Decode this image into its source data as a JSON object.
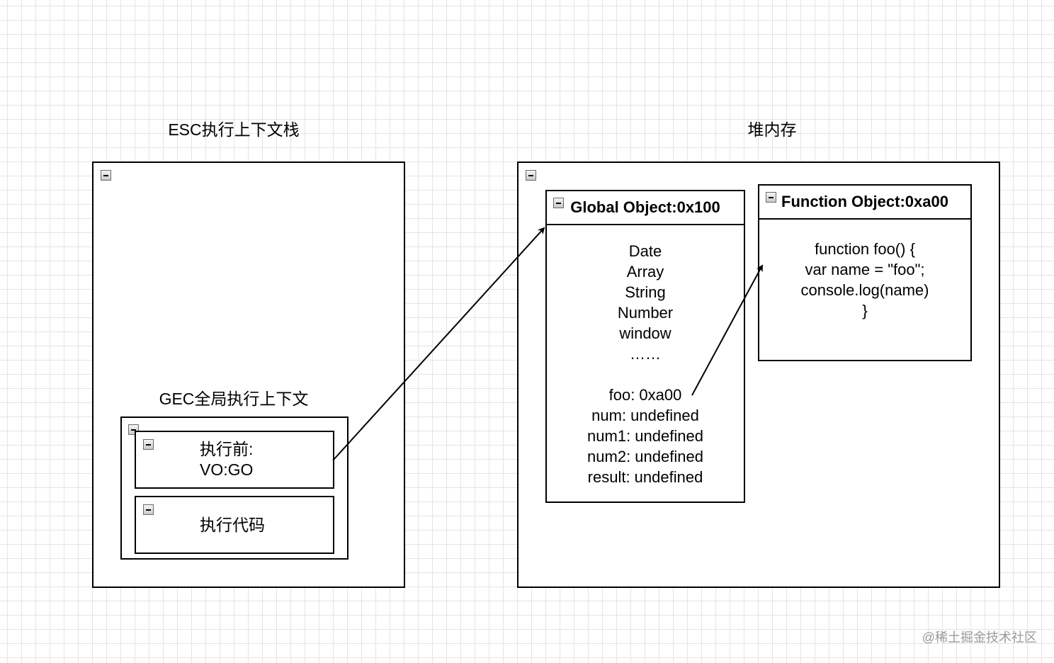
{
  "stack_title": "ESC执行上下文栈",
  "heap_title": "堆内存",
  "gec_title": "GEC全局执行上下文",
  "before_exec": {
    "line1": "执行前:",
    "line2": "VO:GO"
  },
  "exec_code": "执行代码",
  "global_object": {
    "title": "Global Object:0x100",
    "items": [
      "Date",
      "Array",
      "String",
      "Number",
      "window",
      "……"
    ],
    "props": [
      "foo: 0xa00",
      "num: undefined",
      "num1: undefined",
      "num2: undefined",
      "result: undefined"
    ]
  },
  "function_object": {
    "title": "Function Object:0xa00",
    "code": [
      "function foo() {",
      "var name = \"foo\";",
      "console.log(name)",
      "}"
    ]
  },
  "watermark": "@稀土掘金技术社区",
  "icons": {
    "collapse": "collapse-minus-icon"
  },
  "colors": {
    "border": "#000000",
    "grid": "#e4e4e4",
    "watermark": "#9a9a9a"
  }
}
